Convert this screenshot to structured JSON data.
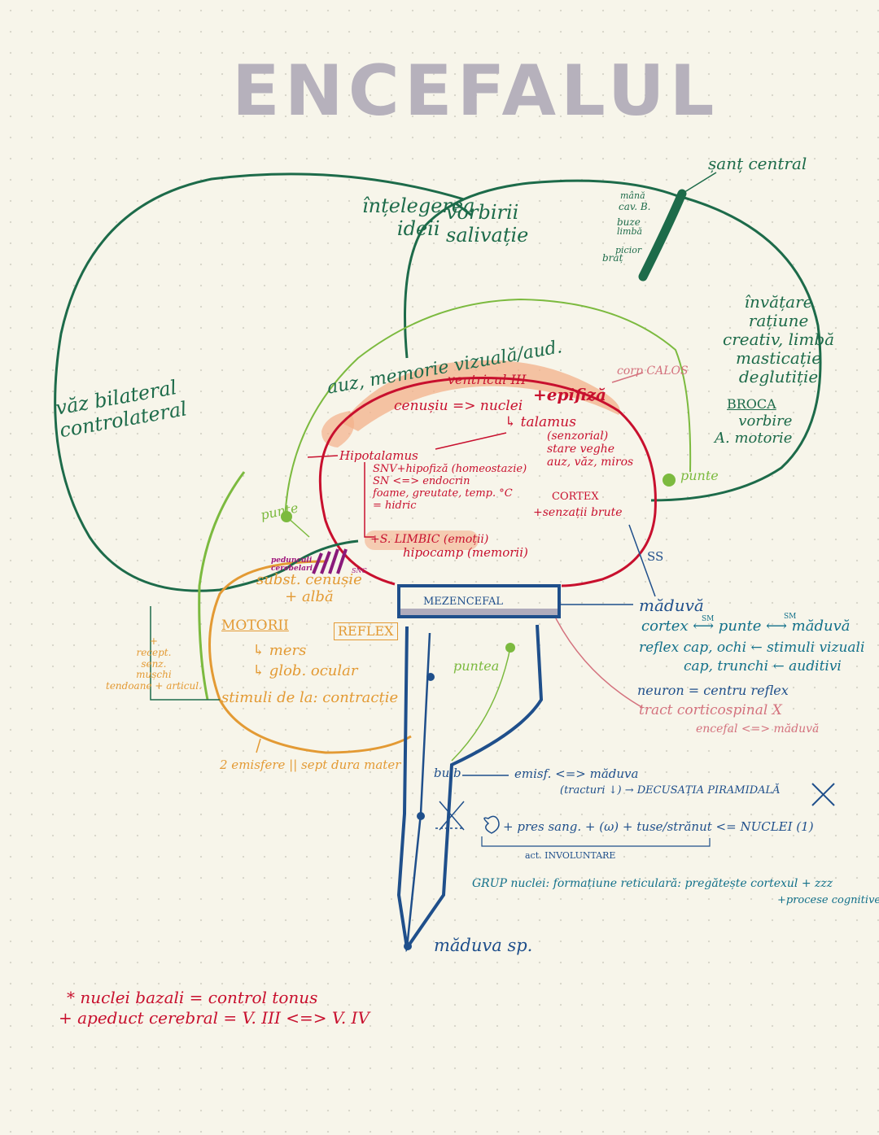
{
  "title": "ENCEFALUL",
  "cerebrum": {
    "left_text": "văz bilateral\ncontrolateral",
    "top_text_1": "înțelegerea\nideii",
    "top_text_2": "vorbirii\nsalivație",
    "motor_map": [
      "mână",
      "cav. B.",
      "buze",
      "limbă",
      "picior",
      "braț"
    ],
    "sant_central": "șanț central",
    "right_text": "învățare\nrațiune\ncreativ, limbă\nmasticație\ndeglutiție",
    "broca": "BROCA",
    "broca_sub": "vorbire\nA. motorie",
    "punte_right": "punte",
    "auz_text": "auz, memorie vizuală/aud."
  },
  "diencephalon": {
    "ventricle": "ventricul III",
    "epifiza": "+epifiză",
    "corp_calos": "corp CALOS",
    "cenusiu": "cenușiu => nuclei",
    "talamus": "↳ talamus",
    "talamus_details": "(senzorial)\nstare veghe\nauz, văz, miros",
    "cortex": "CORTEX",
    "senzatii": "+senzații brute",
    "hipotalamus": "Hipotalamus",
    "hipo_details": "SNV+hipofiză (homeostazie)\nSN <=> endocrin\nfoame, greutate, temp. °C\n= hidric",
    "limbic": "+S. LIMBIC (emoții)",
    "hipocamp": "hipocamp (memorii)",
    "punte_left": "punte",
    "ss": "SS"
  },
  "cerebellum": {
    "pedunculi": "pedunculi\ncerebelari",
    "snc": "SNC",
    "subst": "subst. cenușie\n+ albă",
    "motorii": "MOTORII",
    "reflex": "REFLEX",
    "mers": "↳ mers",
    "glob": "↳ glob. ocular",
    "stimuli": "stimuli de la: contracție",
    "recept": "+\nrecept.\nsenz.\nmușchi\ntendoane + articul.",
    "emisfere": "2 emisfere || sept dura mater"
  },
  "brainstem": {
    "mezencefal": "MEZENCEFAL",
    "puntea": "puntea",
    "bulb": "bulb",
    "maduva_sp": "măduva sp."
  },
  "right_notes": {
    "maduva": "măduvă",
    "cortex_line": "cortex ⟷ punte ⟷ măduvă",
    "sm1": "SM",
    "sm2": "SM",
    "reflex1": "reflex cap, ochi ← stimuli vizuali",
    "reflex2": "cap, trunchi ← auditivi",
    "neuron": "neuron = centru reflex",
    "tract": "tract corticospinal X",
    "encefal": "encefal <=> măduvă",
    "emisf": "emisf. <=> măduva",
    "tracturi": "(tracturi ↓) → DECUSAȚIA PIRAMIDALĂ",
    "pres": "+ pres sang. + (ω) + tuse/strănut <= NUCLEI (1)",
    "act": "act. INVOLUNTARE",
    "grup": "GRUP nuclei: formațiune reticulară: pregătește cortexul + zzz",
    "procese": "+procese cognitive"
  },
  "bottom_notes": {
    "line1": "* nuclei bazali = control tonus",
    "line2": "+ apeduct cerebral = V. III <=> V. IV"
  },
  "colors": {
    "dark_green": "#1d6b4a",
    "light_green": "#7cba3f",
    "red": "#c8102e",
    "blue": "#1f4f8b",
    "teal": "#12708a",
    "orange": "#e39a34",
    "pink": "#d4727e",
    "highlight": "#f3b08a",
    "title": "#b6b1bc"
  }
}
